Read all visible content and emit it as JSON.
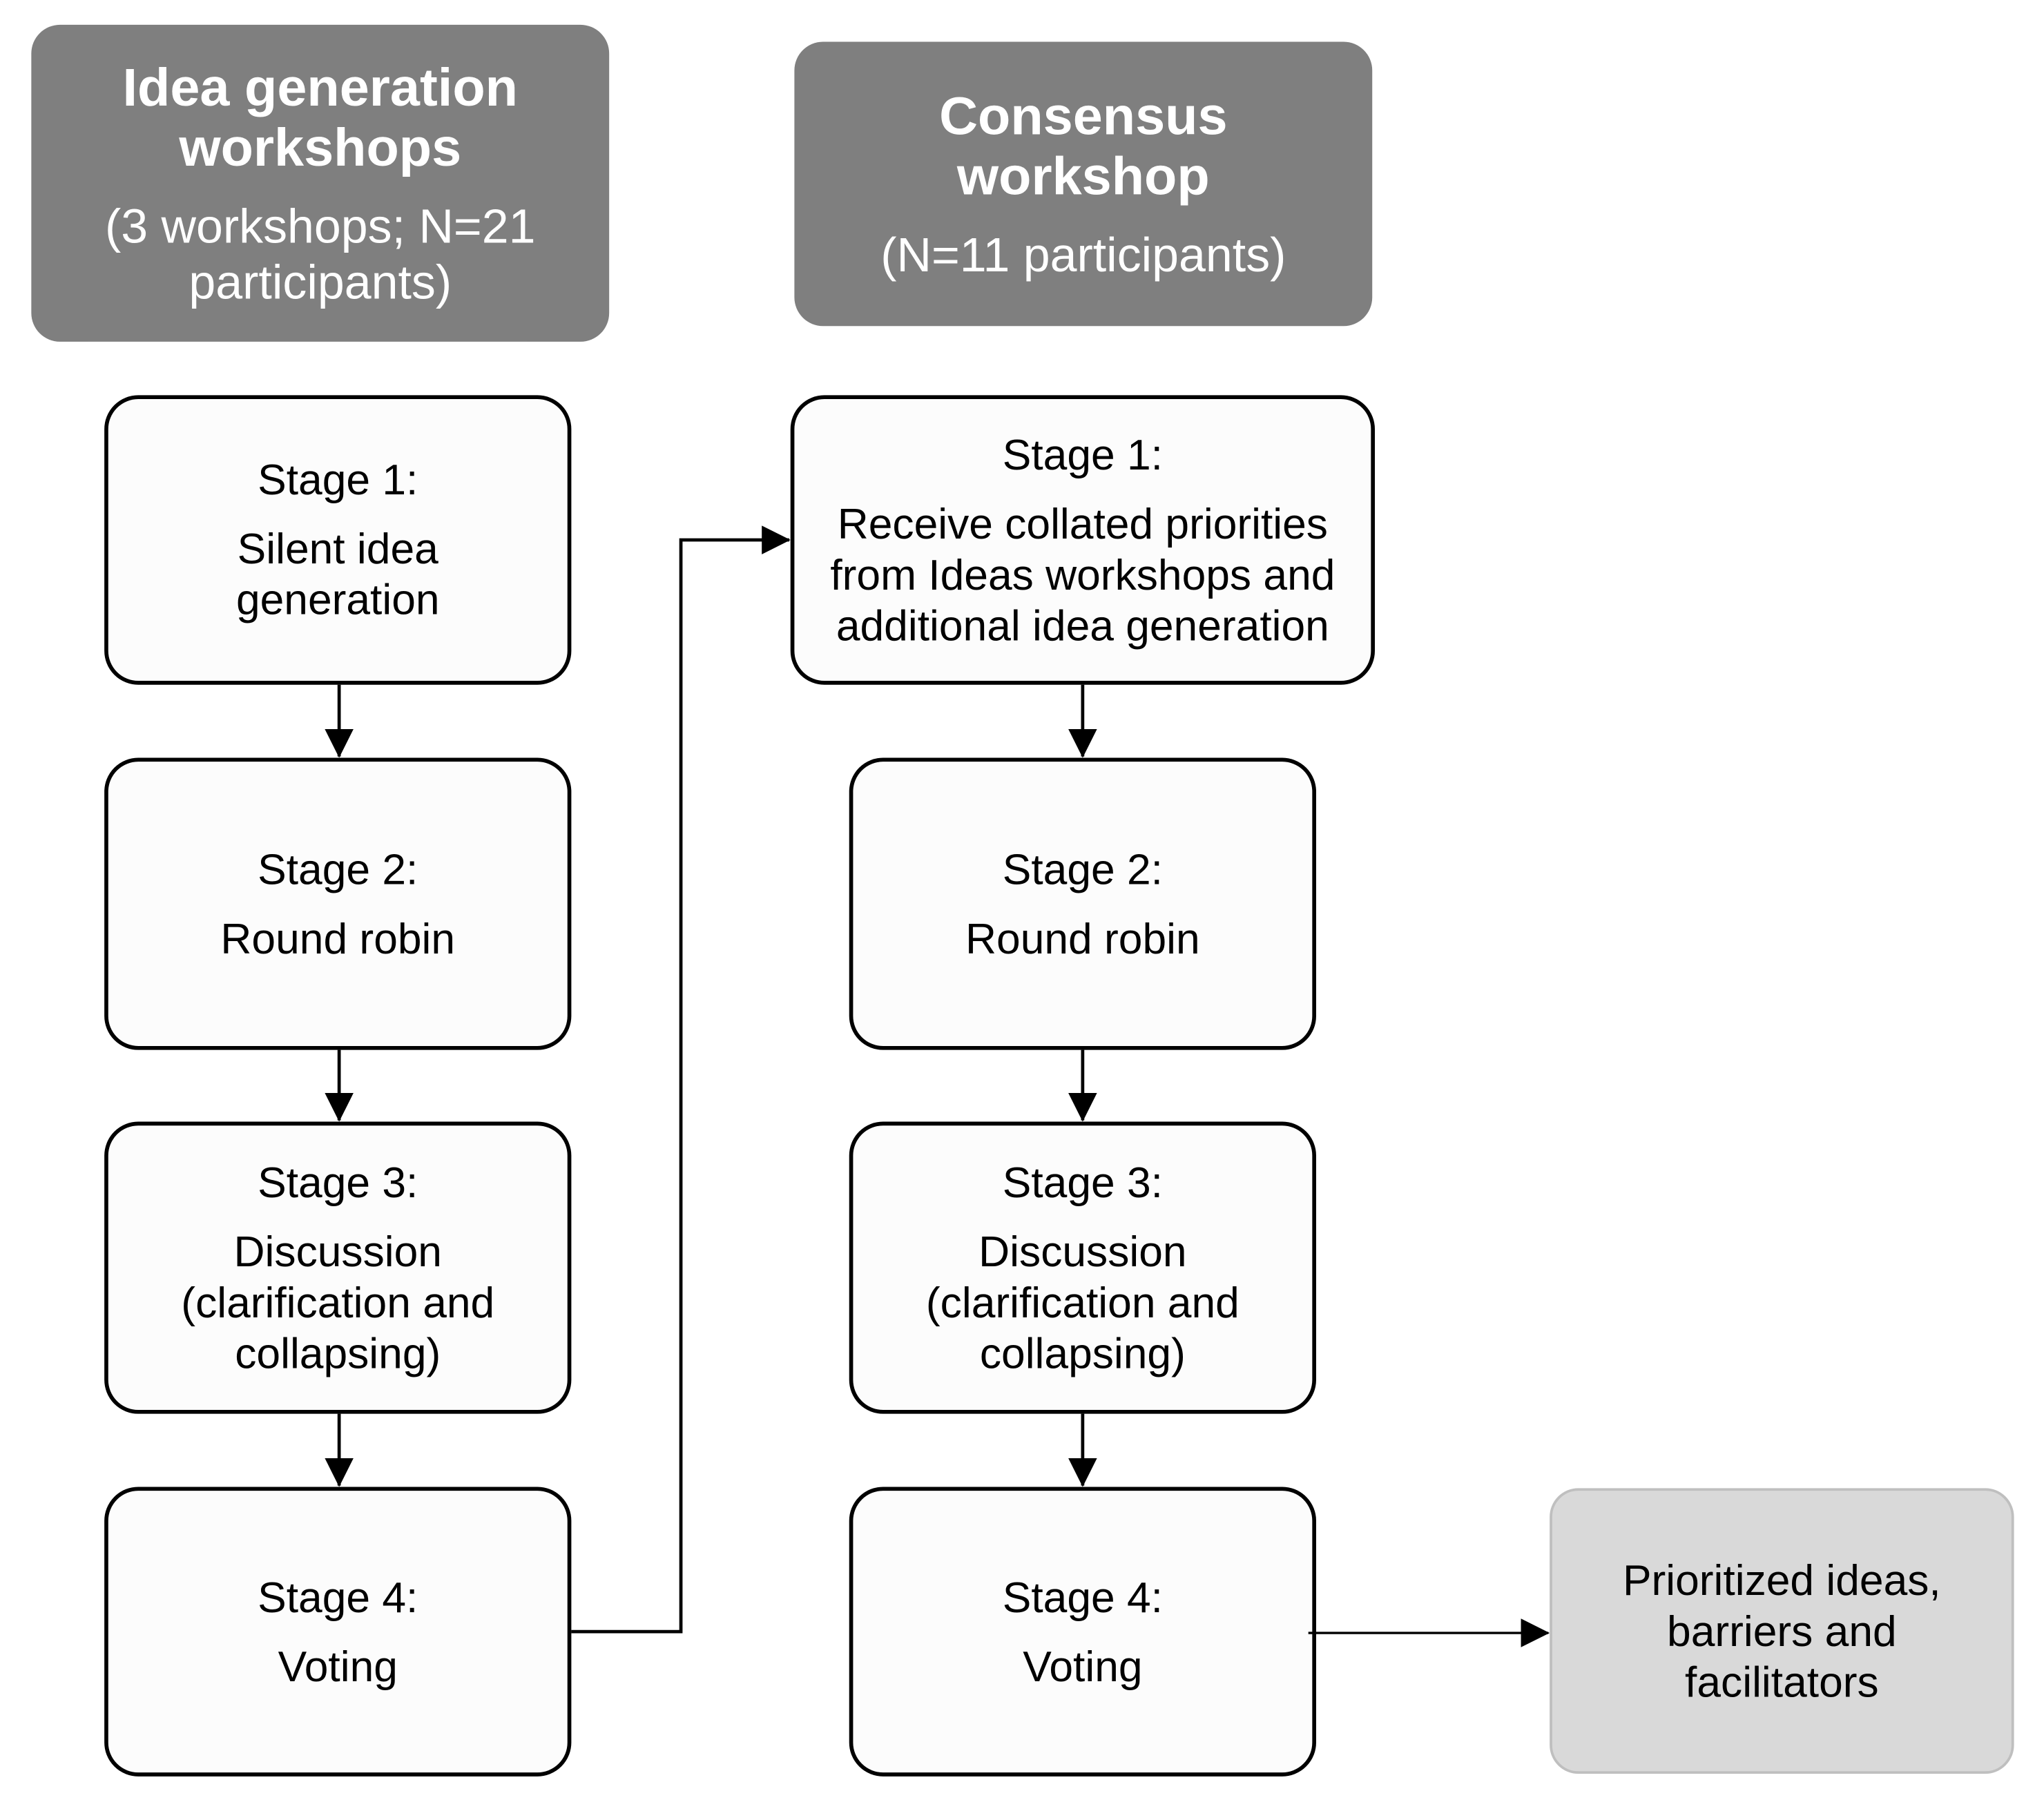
{
  "left_column": {
    "title": "Idea generation workshops",
    "subtitle": "(3 workshops; N=21 participants)",
    "stages": [
      {
        "label": "Stage 1:",
        "desc": "Silent idea generation"
      },
      {
        "label": "Stage 2:",
        "desc": "Round robin"
      },
      {
        "label": "Stage 3:",
        "desc": "Discussion (clarification and collapsing)"
      },
      {
        "label": "Stage 4:",
        "desc": "Voting"
      }
    ]
  },
  "right_column": {
    "title": "Consensus workshop",
    "subtitle": "(N=11 participants)",
    "stages": [
      {
        "label": "Stage 1:",
        "desc": "Receive collated priorities from Ideas workshops and additional idea generation"
      },
      {
        "label": "Stage 2:",
        "desc": "Round robin"
      },
      {
        "label": "Stage 3:",
        "desc": "Discussion (clarification and collapsing)"
      },
      {
        "label": "Stage 4:",
        "desc": "Voting"
      }
    ]
  },
  "outcome": {
    "text": "Prioritized ideas, barriers and facilitators"
  },
  "colors": {
    "header_fill": "#7f7f7f",
    "header_text": "#ffffff",
    "stage_border": "#000000",
    "outcome_fill": "#d9d9d9"
  }
}
